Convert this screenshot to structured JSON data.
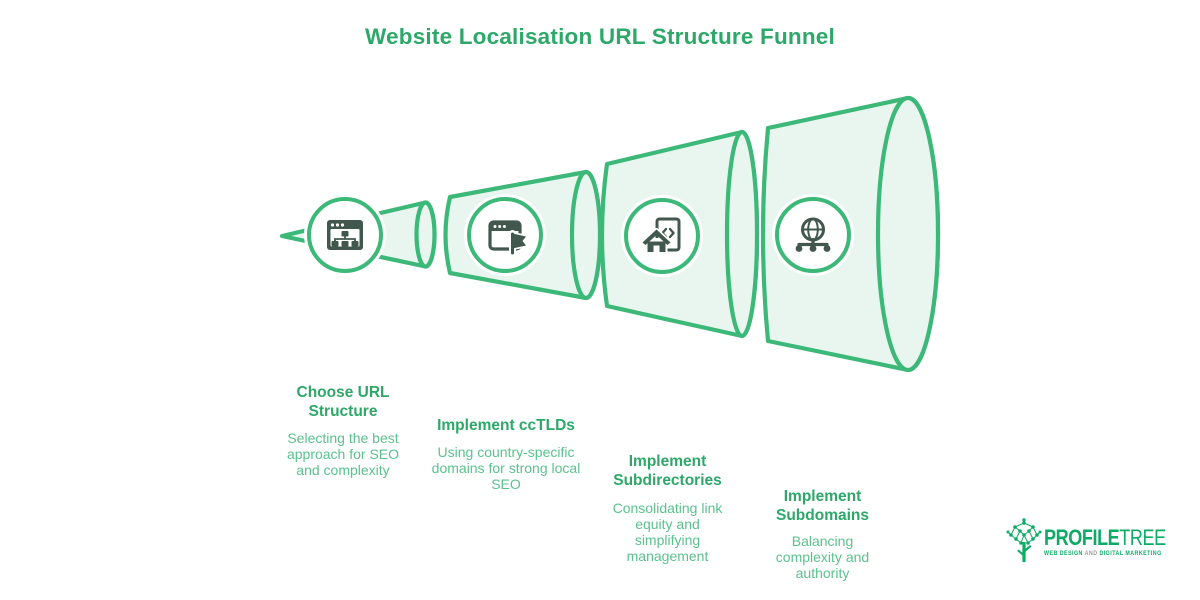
{
  "title": "Website Localisation URL Structure Funnel",
  "colors": {
    "accent_green": "#3cb878",
    "funnel_light_fill": "#e9f6ef",
    "heading_green": "#2da869",
    "body_text_green": "#5bc28e",
    "icon_glyph_dark": "#42584e",
    "brand_green": "#0eab66",
    "tagline_gray": "#9b9b9b"
  },
  "funnel": {
    "stages": [
      {
        "icon": "sitemap-browser-icon",
        "heading": "Choose URL Structure",
        "description": "Selecting the best approach for SEO and complexity"
      },
      {
        "icon": "browser-flag-icon",
        "heading": "Implement ccTLDs",
        "description": "Using country-specific domains for strong local SEO"
      },
      {
        "icon": "house-code-icon",
        "heading": "Implement Subdirectories",
        "description": "Consolidating link equity and simplifying management"
      },
      {
        "icon": "globe-network-icon",
        "heading": "Implement Subdomains",
        "description": "Balancing complexity and authority"
      }
    ]
  },
  "logo": {
    "name_bold": "PROFILE",
    "name_light": "TREE",
    "tagline_left": "WEB DESIGN",
    "tagline_and": "AND",
    "tagline_right": "DIGITAL MARKETING"
  }
}
